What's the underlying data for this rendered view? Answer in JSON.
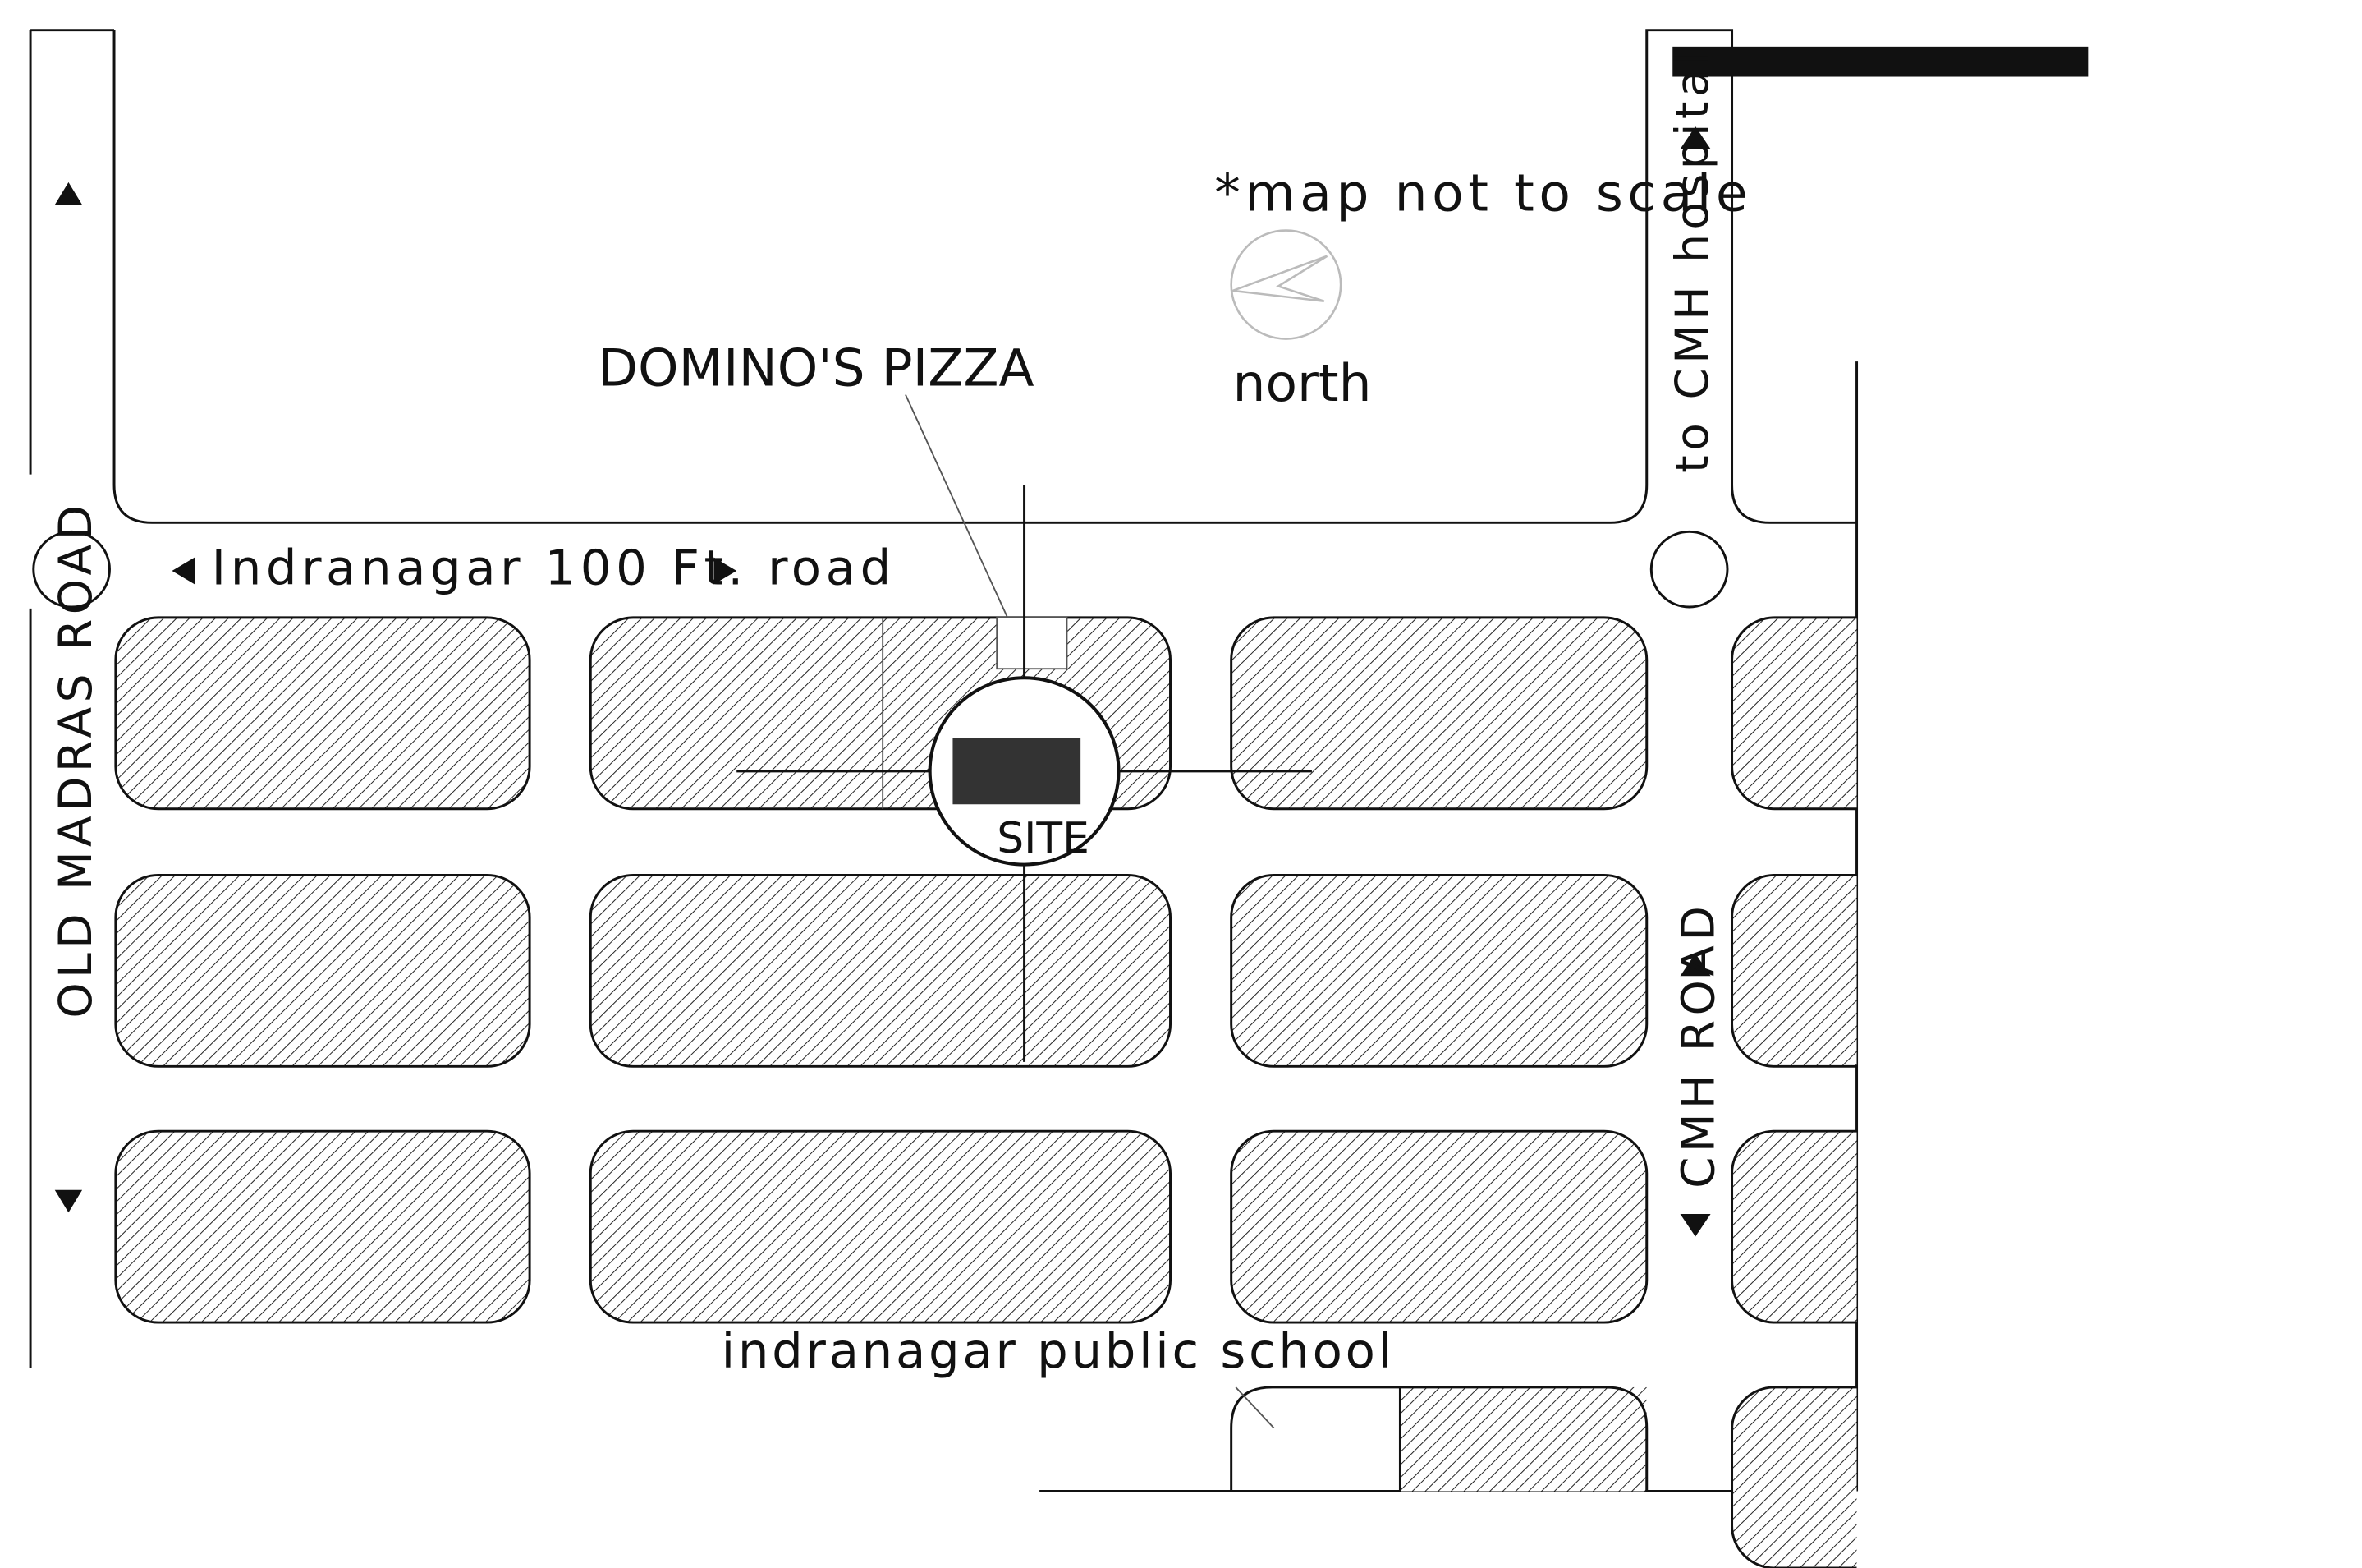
{
  "map": {
    "note": "*map not to scale",
    "north_label": "north",
    "roads": {
      "main": "Indranagar 100 Ft. road",
      "west": "OLD MADRAS ROAD",
      "east": "CMH ROAD",
      "to_hospital": "to CMH hospital"
    },
    "landmarks": {
      "pizza": "DOMINO'S PIZZA",
      "site": "SITE",
      "school": "indranagar public school"
    }
  }
}
